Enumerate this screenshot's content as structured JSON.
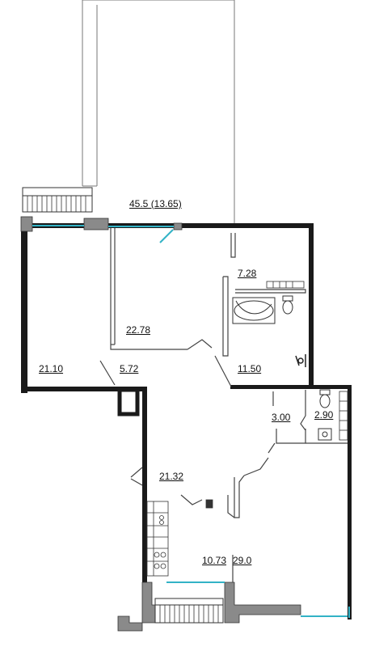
{
  "plan": {
    "areas": {
      "balcony_top": "45.5 (13.65)",
      "bath": "7.28",
      "living": "22.78",
      "bedroom_left": "21.10",
      "corridor_small": "5.72",
      "room_right": "11.50",
      "closet": "3.00",
      "wc": "2.90",
      "hall": "21.32",
      "kitchen": "10.73",
      "studio": "29.0"
    }
  },
  "colors": {
    "wall": "#1a1a1a",
    "wall_gray": "#8a8a8a",
    "window": "#33b3c6",
    "thin_line": "#555555"
  }
}
